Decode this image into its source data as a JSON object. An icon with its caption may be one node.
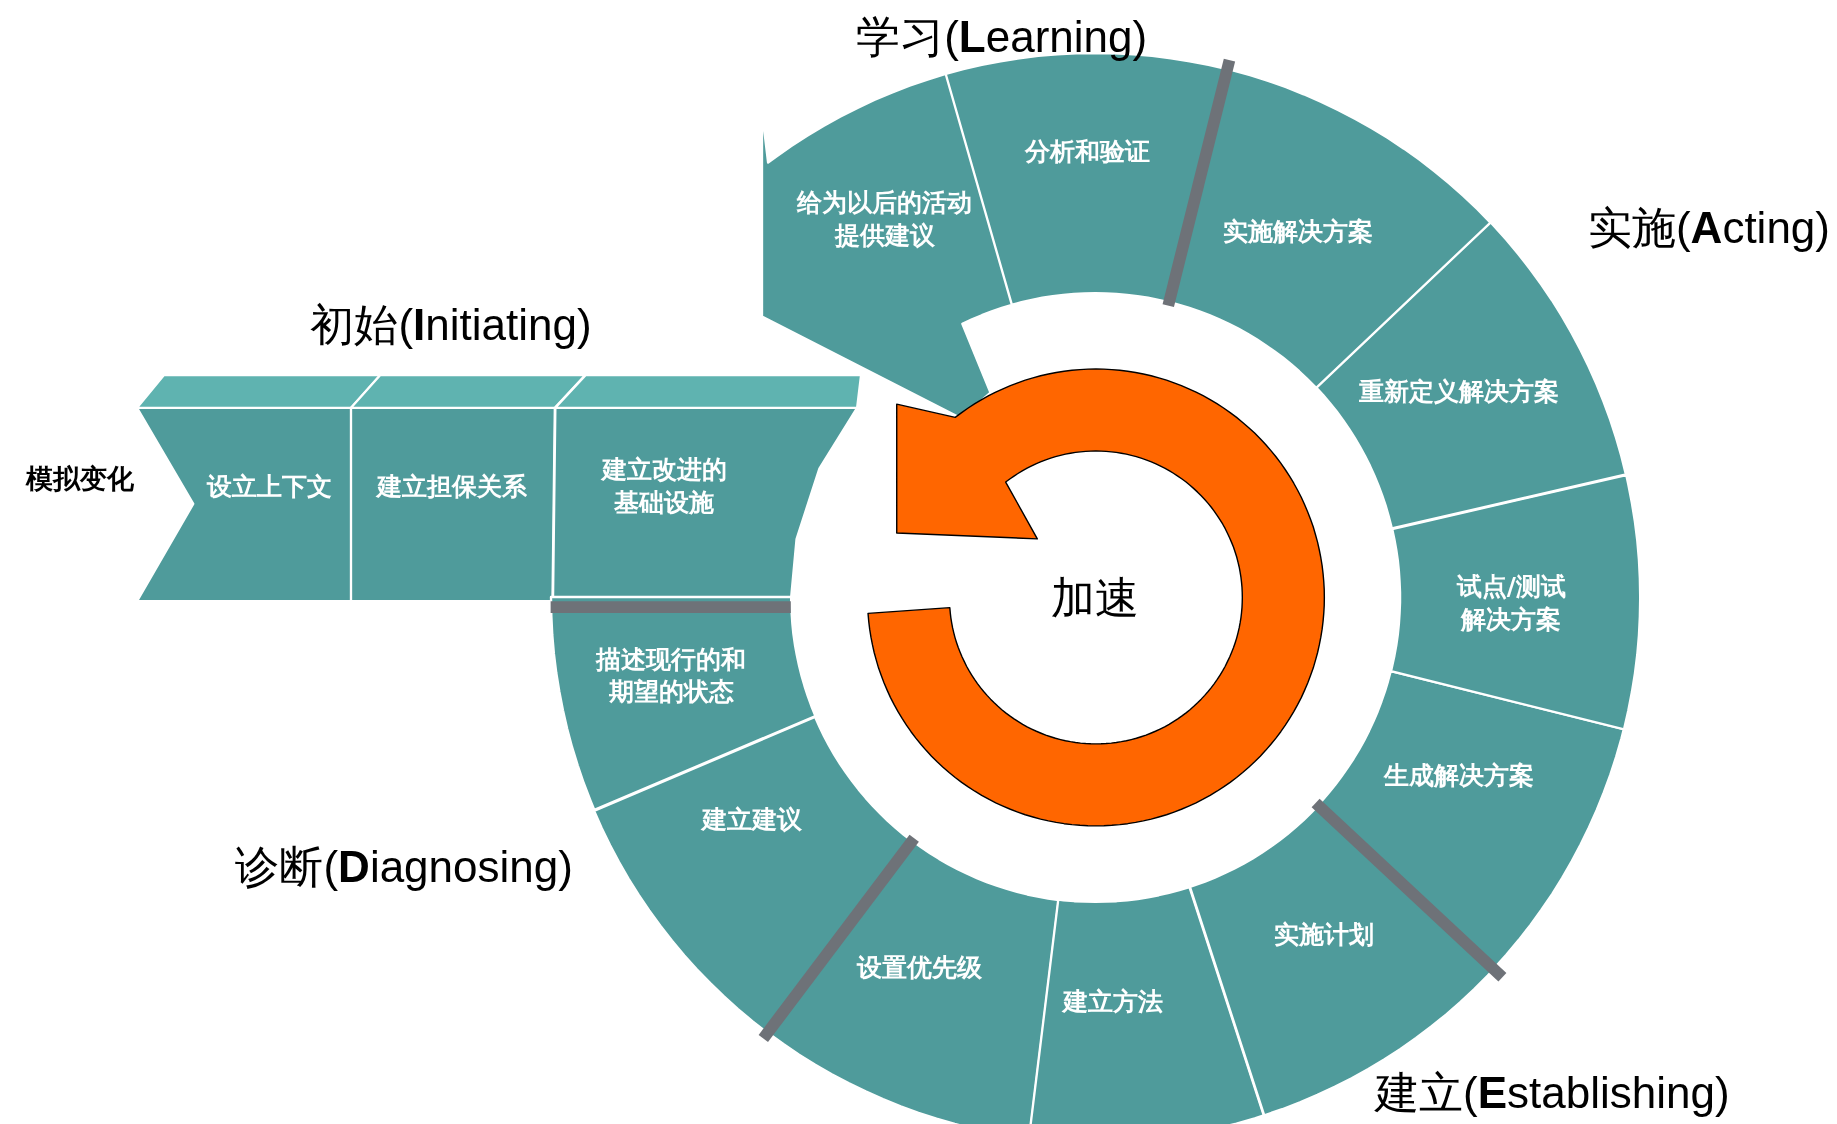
{
  "diagram": {
    "nodes": [
      {
        "text": [
          "设立上下文"
        ],
        "beside": [
          "模拟变化"
        ]
      },
      {
        "text": [
          "建立担保关系"
        ]
      },
      {
        "text": [
          "建立改进的基础设施"
        ]
      },
      {
        "text": [
          "描述现行的和期望的状态"
        ]
      },
      {
        "text": [
          "建立建议"
        ]
      },
      {
        "text": [
          "设置优先级"
        ]
      },
      {
        "text": [
          "建立方法"
        ]
      },
      {
        "text": [
          "实施计划"
        ]
      },
      {
        "text": [
          "生成解决方案"
        ]
      },
      {
        "text": [
          "试点/测试解决方案"
        ]
      },
      {
        "text": [
          "重新定义解决方案"
        ]
      },
      {
        "text": [
          "实施解决方案"
        ]
      },
      {
        "text": [
          "分析和验证"
        ]
      },
      {
        "text": [
          "给为以后的活动提供建议"
        ]
      },
      {
        "text": [
          "加速"
        ]
      }
    ],
    "labels": [
      "学习(**L**earning)",
      "实施(**A**cting)",
      "初始(**I**nitiating)",
      "诊断(**D**iagnosing)",
      "建立(**E**stablishing)"
    ]
  }
}
